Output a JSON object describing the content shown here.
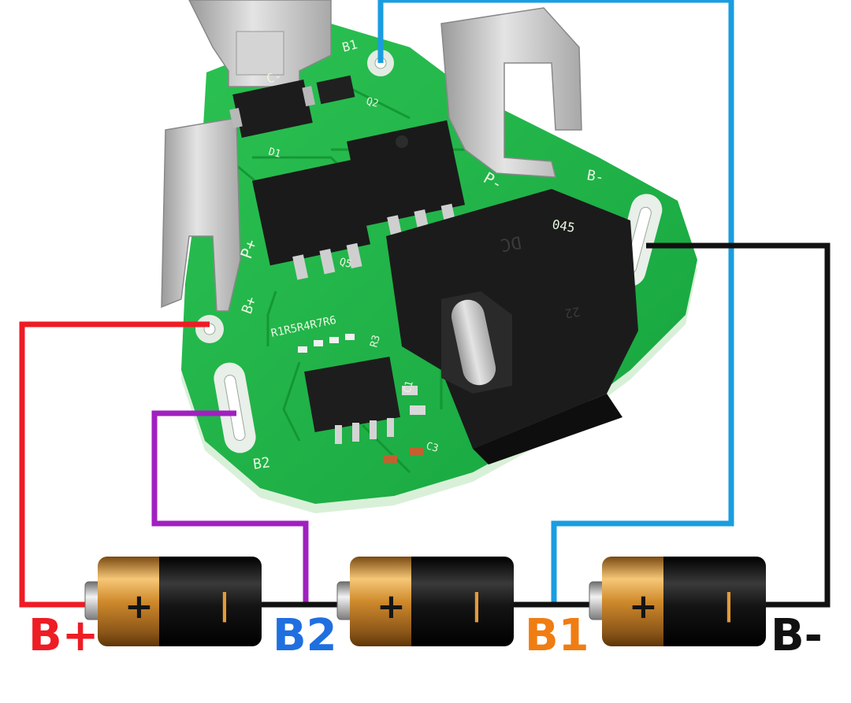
{
  "diagram": {
    "terminal_labels": [
      {
        "id": "bplus",
        "text": "B+",
        "color": "#ee1c25"
      },
      {
        "id": "b2",
        "text": "B2",
        "color": "#1f6fe0"
      },
      {
        "id": "b1",
        "text": "B1",
        "color": "#f07d12"
      },
      {
        "id": "bminus",
        "text": "B-",
        "color": "#111111"
      }
    ],
    "silkscreen": {
      "b1_pad": "B1",
      "c_minus": "C-",
      "q2": "Q2",
      "d1": "D1",
      "p_minus": "P-",
      "b_minus_pad": "B-",
      "p_plus": "P+",
      "b_plus_pad": "B+",
      "resistors": "R1R5R4R7R6",
      "q5": "Q5",
      "r3": "R3",
      "c1": "C1",
      "c3": "C3",
      "b2_pad": "B2",
      "part_045": "045",
      "dc": "DC",
      "dc22": "22"
    },
    "wire_colors": {
      "bplus": "#ee1c25",
      "b2": "#a020c0",
      "b1": "#1a9de0",
      "bminus": "#111111",
      "series_link": "#111111"
    },
    "colors": {
      "pcb": "#1fb24a",
      "pcb_dark": "#118a34",
      "cell_gold": "#d9902e",
      "cell_black": "#151515"
    },
    "battery_cells": [
      {
        "positive_symbol": "+",
        "negative_symbol": "|"
      },
      {
        "positive_symbol": "+",
        "negative_symbol": "|"
      },
      {
        "positive_symbol": "+",
        "negative_symbol": "|"
      }
    ]
  }
}
